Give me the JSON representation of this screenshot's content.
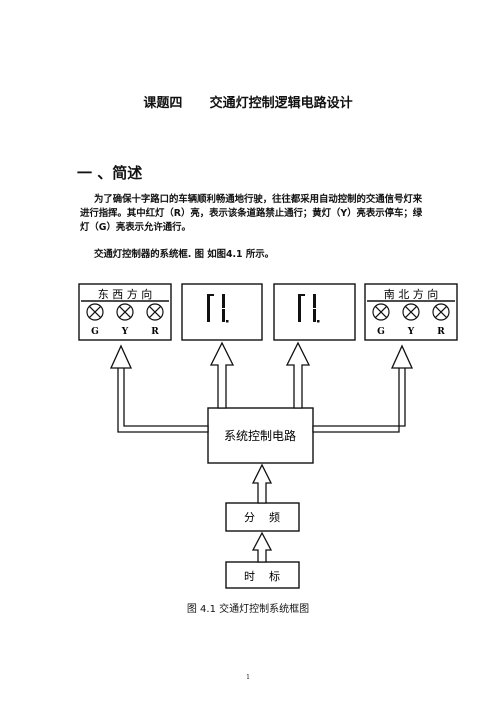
{
  "document": {
    "title": "课题四      交通灯控制逻辑电路设计",
    "section_heading": "一 、简述",
    "paragraph1": "为了确保十字路口的车辆顺利畅通地行驶，往往都采用自动控制的交通信号灯来进行指挥。其中红灯（R）亮，表示该条道路禁止通行；黄灯（Y）亮表示停车；绿灯（G）亮表示允许通行。",
    "paragraph2": "交通灯控制器的系统框. 图 如图4.1 所示。",
    "page_number": "1"
  },
  "diagram": {
    "east_west_label": "东 西 方 向",
    "north_south_label": "南 北 方 向",
    "lights": [
      "G",
      "Y",
      "R"
    ],
    "digit_display": "[1",
    "controller_label": "系统控制电路",
    "divider_label": "分    频",
    "clock_label": "时    标",
    "caption": "图 4.1 交通灯控制系统框图"
  }
}
